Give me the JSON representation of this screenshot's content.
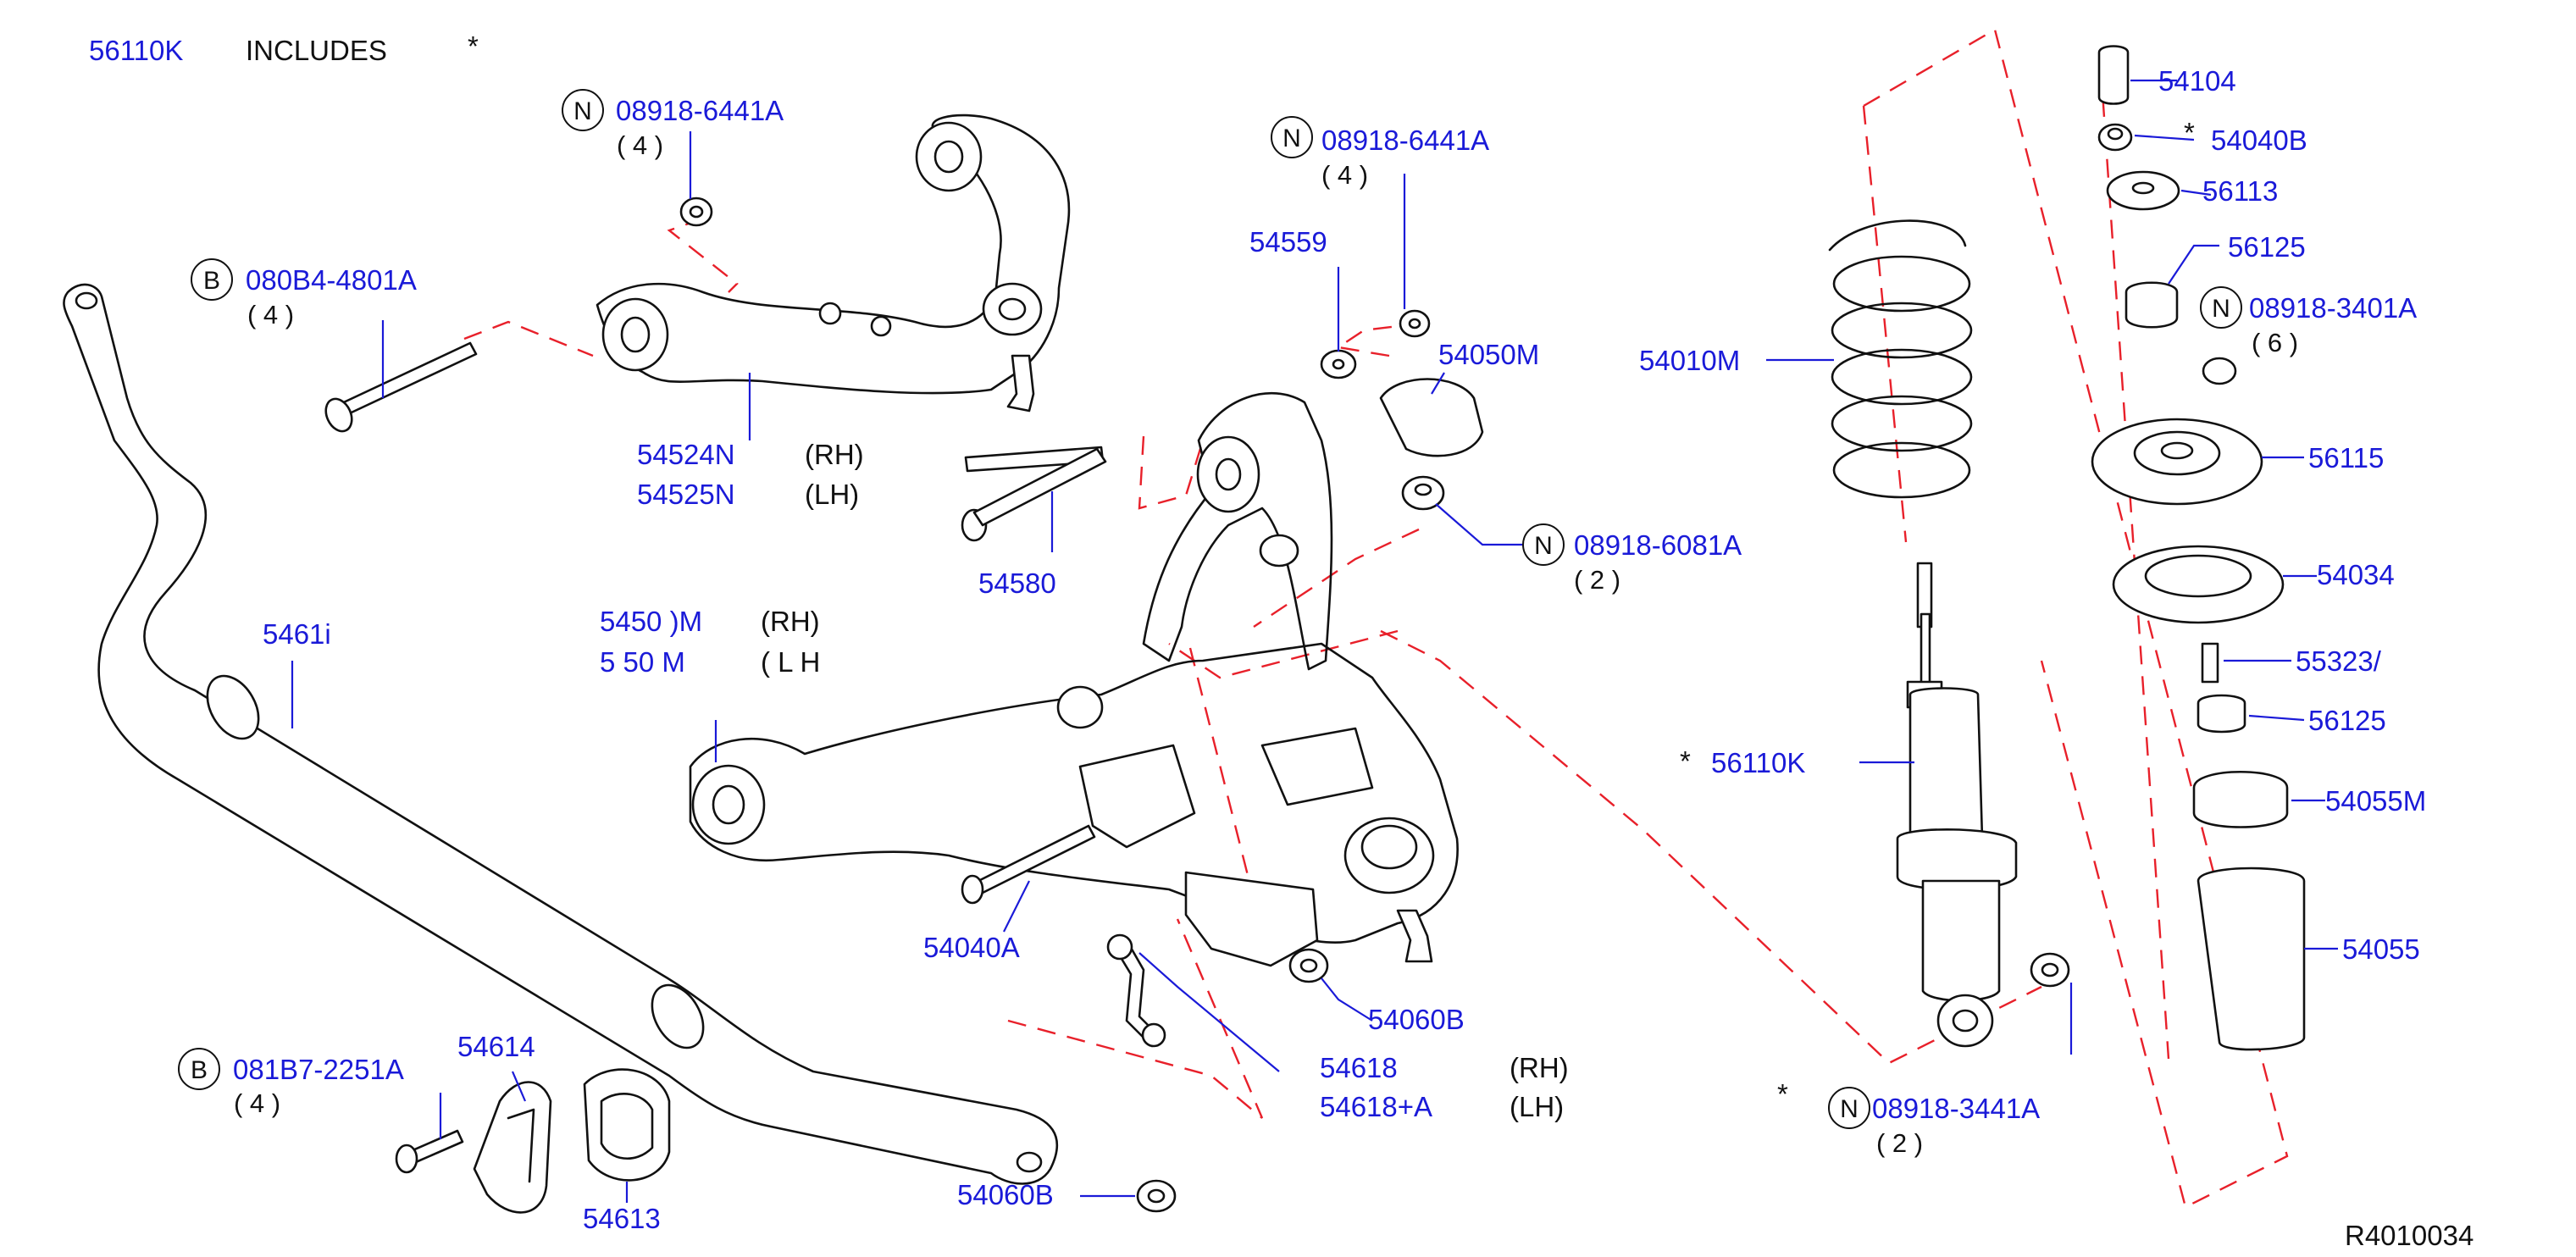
{
  "header": {
    "part": "56110K",
    "includes": "INCLUDES",
    "star": "*"
  },
  "diagram_id": "R4010034",
  "circle_labels": {
    "n": "N",
    "b": "B"
  },
  "callouts": {
    "c1": {
      "part": "08918-6441A",
      "qty": "( 4 )"
    },
    "c2": {
      "part": "080B4-4801A",
      "qty": "( 4 )"
    },
    "c3": {
      "part": "54524N",
      "note": "(RH)"
    },
    "c4": {
      "part": "54525N",
      "note": "(LH)"
    },
    "c5": {
      "part": "08918-6441A",
      "qty": "( 4 )"
    },
    "c6": {
      "part": "54559"
    },
    "c7": {
      "part": "54050M"
    },
    "c8": {
      "part": "54580"
    },
    "c9": {
      "part": "08918-6081A",
      "qty": "( 2 )"
    },
    "c10": {
      "part": "5461i"
    },
    "c11": {
      "part": "5450 )M",
      "note": "(RH)"
    },
    "c12": {
      "part": "5 50  M",
      "note": "( L H"
    },
    "c13": {
      "part": "54040A"
    },
    "c14": {
      "part": "54060B"
    },
    "c15": {
      "part": "54618",
      "note": "(RH)"
    },
    "c16": {
      "part": "54618+A",
      "note": "(LH)"
    },
    "c17": {
      "part": "54614"
    },
    "c18": {
      "part": "081B7-2251A",
      "qty": "( 4 )"
    },
    "c19": {
      "part": "54613"
    },
    "c20": {
      "part": "54060B"
    },
    "c21": {
      "part": "54010M"
    },
    "c22": {
      "part": "56110K",
      "star": "*"
    },
    "c23": {
      "part": "08918-3441A",
      "qty": "( 2 )",
      "star": "*"
    },
    "c24": {
      "part": "54104"
    },
    "c25": {
      "part": "54040B",
      "star": "*"
    },
    "c26": {
      "part": "56113"
    },
    "c27": {
      "part": "56125"
    },
    "c28": {
      "part": "08918-3401A",
      "qty": "( 6 )"
    },
    "c29": {
      "part": "56115"
    },
    "c30": {
      "part": "54034"
    },
    "c31": {
      "part": "55323/"
    },
    "c32": {
      "part": "56125"
    },
    "c33": {
      "part": "54055M"
    },
    "c34": {
      "part": "54055"
    }
  },
  "colors": {
    "part_number": "#1a1ad8",
    "dashed_guide": "#e8202a",
    "line": "#111111"
  }
}
